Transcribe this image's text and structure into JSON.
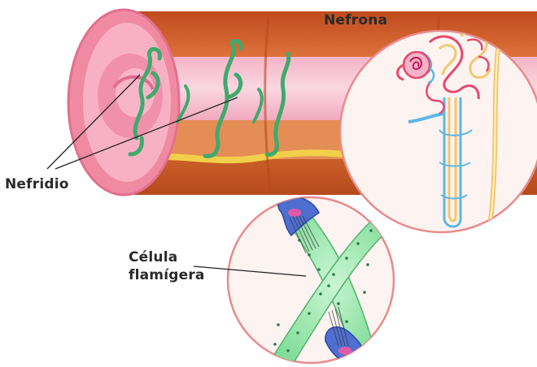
{
  "labels": {
    "nefrona": "Nefrona",
    "nefridio": "Nefridio",
    "celula_line1": "Célula",
    "celula_line2": "flamígera"
  },
  "colors": {
    "body_wall": "#d86a34",
    "lumen": "#f8c6d6",
    "nephridia": "#3fae6f",
    "flame_cell": "#8fe3a5",
    "circle_border": "#e88c8c",
    "circle_fill": "#fdf3f1",
    "vein": "#5db7e6",
    "artery": "#e8496e",
    "tubule": "#f3c770"
  }
}
